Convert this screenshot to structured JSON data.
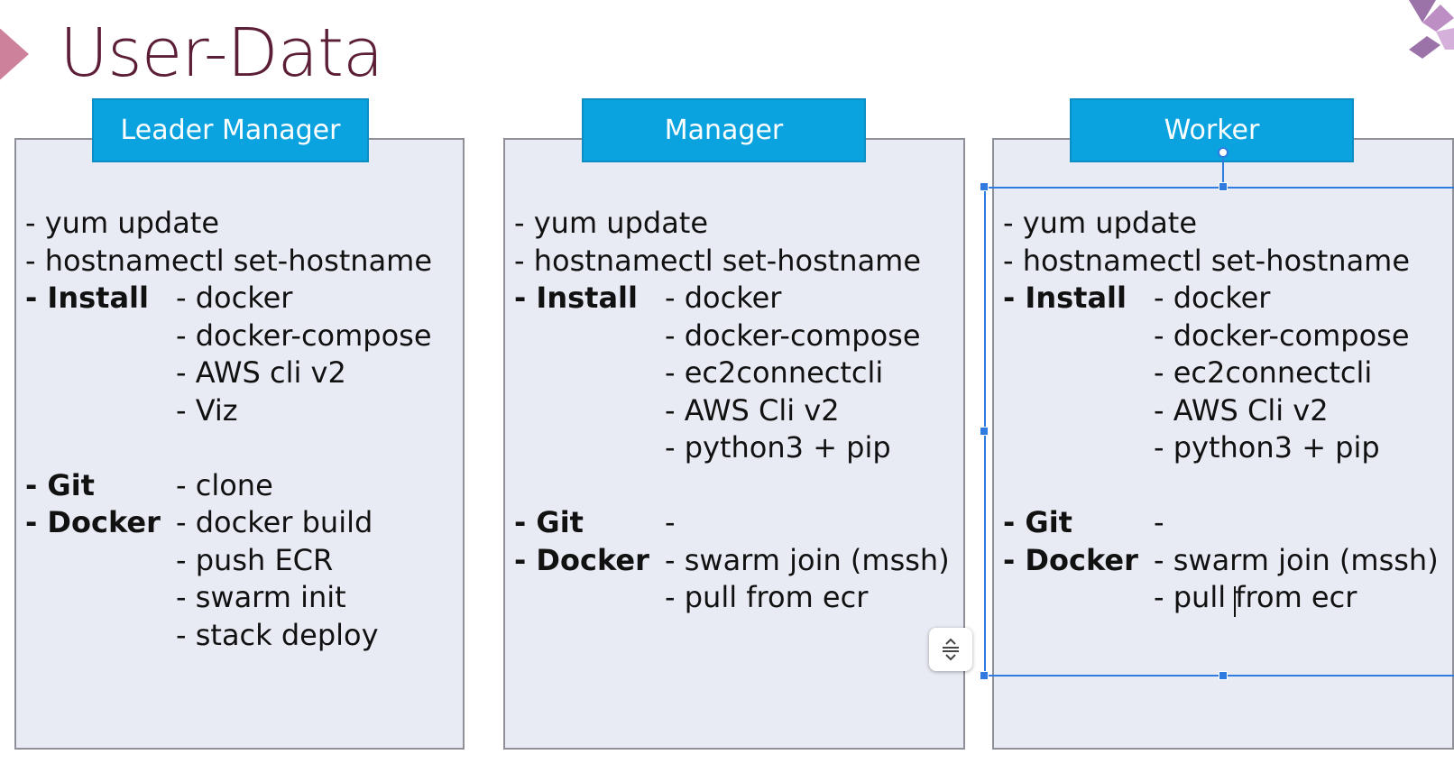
{
  "slide": {
    "title": "User-Data",
    "colors": {
      "title": "#5c1e36",
      "tab": "#0aa3e0",
      "panel": "#e9ebf4",
      "selection": "#2f7be0",
      "arrow": "#c9738f"
    }
  },
  "panels": [
    {
      "label": "Leader Manager",
      "rows": [
        {
          "cat": "",
          "item": "- yum update"
        },
        {
          "cat": "",
          "item": "- hostnamectl set-hostname"
        },
        {
          "cat": "- Install",
          "item": "- docker"
        },
        {
          "cat": "",
          "item": "- docker-compose"
        },
        {
          "cat": "",
          "item": "- AWS cli v2"
        },
        {
          "cat": "",
          "item": "- Viz"
        },
        {
          "cat": "",
          "item": ""
        },
        {
          "cat": "- Git",
          "item": "- clone"
        },
        {
          "cat": "- Docker",
          "item": "- docker build"
        },
        {
          "cat": "",
          "item": "- push ECR"
        },
        {
          "cat": "",
          "item": "- swarm init"
        },
        {
          "cat": "",
          "item": "- stack deploy"
        }
      ]
    },
    {
      "label": "Manager",
      "rows": [
        {
          "cat": "",
          "item": "- yum update"
        },
        {
          "cat": "",
          "item": "- hostnamectl set-hostname"
        },
        {
          "cat": "- Install",
          "item": "- docker"
        },
        {
          "cat": "",
          "item": "- docker-compose"
        },
        {
          "cat": "",
          "item": "- ec2connectcli"
        },
        {
          "cat": "",
          "item": "- AWS Cli v2"
        },
        {
          "cat": "",
          "item": "- python3 + pip"
        },
        {
          "cat": "",
          "item": ""
        },
        {
          "cat": "- Git",
          "item": "-"
        },
        {
          "cat": "- Docker",
          "item": "- swarm join (mssh)"
        },
        {
          "cat": "",
          "item": "- pull from ecr"
        }
      ]
    },
    {
      "label": "Worker",
      "rows": [
        {
          "cat": "",
          "item": "- yum update"
        },
        {
          "cat": "",
          "item": "- hostnamectl set-hostname"
        },
        {
          "cat": "- Install",
          "item": "- docker"
        },
        {
          "cat": "",
          "item": "- docker-compose"
        },
        {
          "cat": "",
          "item": "- ec2connectcli"
        },
        {
          "cat": "",
          "item": "- AWS Cli v2"
        },
        {
          "cat": "",
          "item": "- python3 + pip"
        },
        {
          "cat": "",
          "item": ""
        },
        {
          "cat": "- Git",
          "item": "-"
        },
        {
          "cat": "- Docker",
          "item": "- swarm join (mssh)"
        },
        {
          "cat": "",
          "item": "- pull from ecr"
        }
      ]
    }
  ],
  "icons": {
    "fit_button": "autofit-icon",
    "corner": "logo-mark-icon",
    "arrow": "title-arrow-icon"
  }
}
